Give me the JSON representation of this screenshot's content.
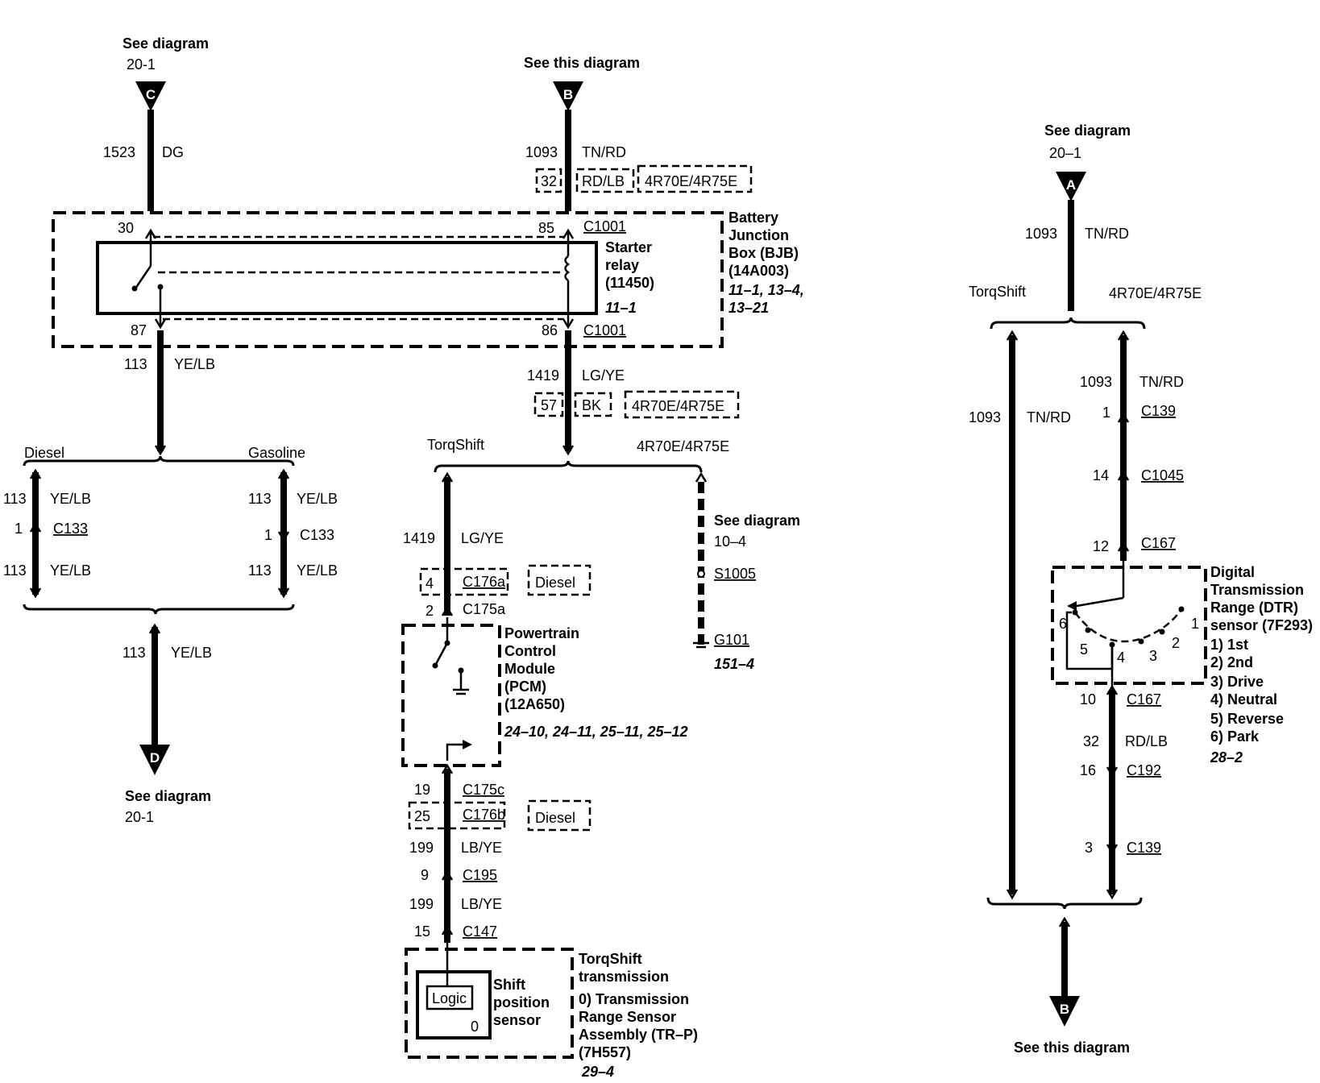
{
  "connectors": {
    "c": {
      "letter": "C",
      "note": "See diagram",
      "ref": "20-1"
    },
    "b_top": {
      "letter": "B",
      "note": "See this diagram"
    },
    "a": {
      "letter": "A",
      "note": "See diagram",
      "ref": "20–1"
    },
    "d": {
      "letter": "D",
      "note": "See diagram",
      "ref": "20-1"
    },
    "b_bottom": {
      "letter": "B",
      "note": "See this diagram"
    }
  },
  "wires": {
    "w1523": {
      "num": "1523",
      "color": "DG"
    },
    "w1093_top": {
      "num": "1093",
      "color": "TN/RD"
    },
    "w32_box": {
      "num": "32",
      "color": "RD/LB",
      "variant": "4R70E/4R75E"
    },
    "w113_relay": {
      "num": "113",
      "color": "YE/LB"
    },
    "w1419_relay": {
      "num": "1419",
      "color": "LG/YE"
    },
    "w57_box": {
      "num": "57",
      "color": "BK",
      "variant": "4R70E/4R75E"
    },
    "w1419_pcm": {
      "num": "1419",
      "color": "LG/YE"
    },
    "w113_dsl_a": {
      "num": "113",
      "color": "YE/LB"
    },
    "w113_dsl_b": {
      "num": "113",
      "color": "YE/LB"
    },
    "w113_gas_a": {
      "num": "113",
      "color": "YE/LB"
    },
    "w113_gas_b": {
      "num": "113",
      "color": "YE/LB"
    },
    "w113_out": {
      "num": "113",
      "color": "YE/LB"
    },
    "w199_a": {
      "num": "199",
      "color": "LB/YE"
    },
    "w199_b": {
      "num": "199",
      "color": "LB/YE"
    },
    "w1093_a": {
      "num": "1093",
      "color": "TN/RD"
    },
    "w1093_tq": {
      "num": "1093",
      "color": "TN/RD"
    },
    "w1093_4r": {
      "num": "1093",
      "color": "TN/RD"
    },
    "w32_dtr": {
      "num": "32",
      "color": "RD/LB"
    }
  },
  "bjb": {
    "pin30": "30",
    "pin85": "85",
    "pin87": "87",
    "pin86": "86",
    "conn_top": "C1001",
    "conn_bottom": "C1001",
    "relay_name": [
      "Starter",
      "relay",
      "(11450)"
    ],
    "relay_ref": "11–1",
    "box_name": [
      "Battery",
      "Junction",
      "Box (BJB)",
      "(14A003)"
    ],
    "box_refs": [
      "11–1, 13–4,",
      "13–21"
    ]
  },
  "branches": {
    "diesel": "Diesel",
    "gasoline": "Gasoline",
    "torqshift": "TorqShift",
    "r4": "4R70E/4R75E",
    "torqshift_r": "TorqShift",
    "r4_r": "4R70E/4R75E"
  },
  "connectors_inline": {
    "c133_dsl": {
      "pin": "1",
      "name": "C133"
    },
    "c133_gas": {
      "pin": "1",
      "name": "C133"
    },
    "c176a": {
      "pin": "4",
      "name": "C176a",
      "note": "Diesel"
    },
    "c175a": {
      "pin": "2",
      "name": "C175a"
    },
    "c175c": {
      "pin": "19",
      "name": "C175c"
    },
    "c176b": {
      "pin": "25",
      "name": "C176b",
      "note": "Diesel"
    },
    "c195": {
      "pin": "9",
      "name": "C195"
    },
    "c147": {
      "pin": "15",
      "name": "C147"
    },
    "c139_top": {
      "pin": "1",
      "name": "C139"
    },
    "c1045": {
      "pin": "14",
      "name": "C1045"
    },
    "c167_top": {
      "pin": "12",
      "name": "C167"
    },
    "c167_bot": {
      "pin": "10",
      "name": "C167"
    },
    "c192": {
      "pin": "16",
      "name": "C192"
    },
    "c139_bot": {
      "pin": "3",
      "name": "C139"
    }
  },
  "splice": {
    "note": "See diagram",
    "ref": "10–4",
    "s": "S1005",
    "g": "G101",
    "g_ref": "151–4"
  },
  "pcm": {
    "name": [
      "Powertrain",
      "Control",
      "Module",
      "(PCM)",
      "(12A650)"
    ],
    "refs": "24–10, 24–11, 25–11, 25–12"
  },
  "torq_sensor": {
    "logic": "Logic",
    "zero": "0",
    "sensor_label": [
      "Shift",
      "position",
      "sensor"
    ],
    "title": [
      "TorqShift",
      "transmission"
    ],
    "desc": [
      "0) Transmission",
      "Range Sensor",
      "Assembly (TR–P)",
      "(7H557)"
    ],
    "ref": "29–4"
  },
  "dtr": {
    "name": [
      "Digital",
      "Transmission",
      "Range (DTR)",
      "sensor (7F293)"
    ],
    "positions": [
      "1) 1st",
      "2) 2nd",
      "3) Drive",
      "4) Neutral",
      "5) Reverse",
      "6) Park"
    ],
    "ref": "28–2",
    "pins": [
      "6",
      "5",
      "4",
      "3",
      "2",
      "1"
    ]
  }
}
